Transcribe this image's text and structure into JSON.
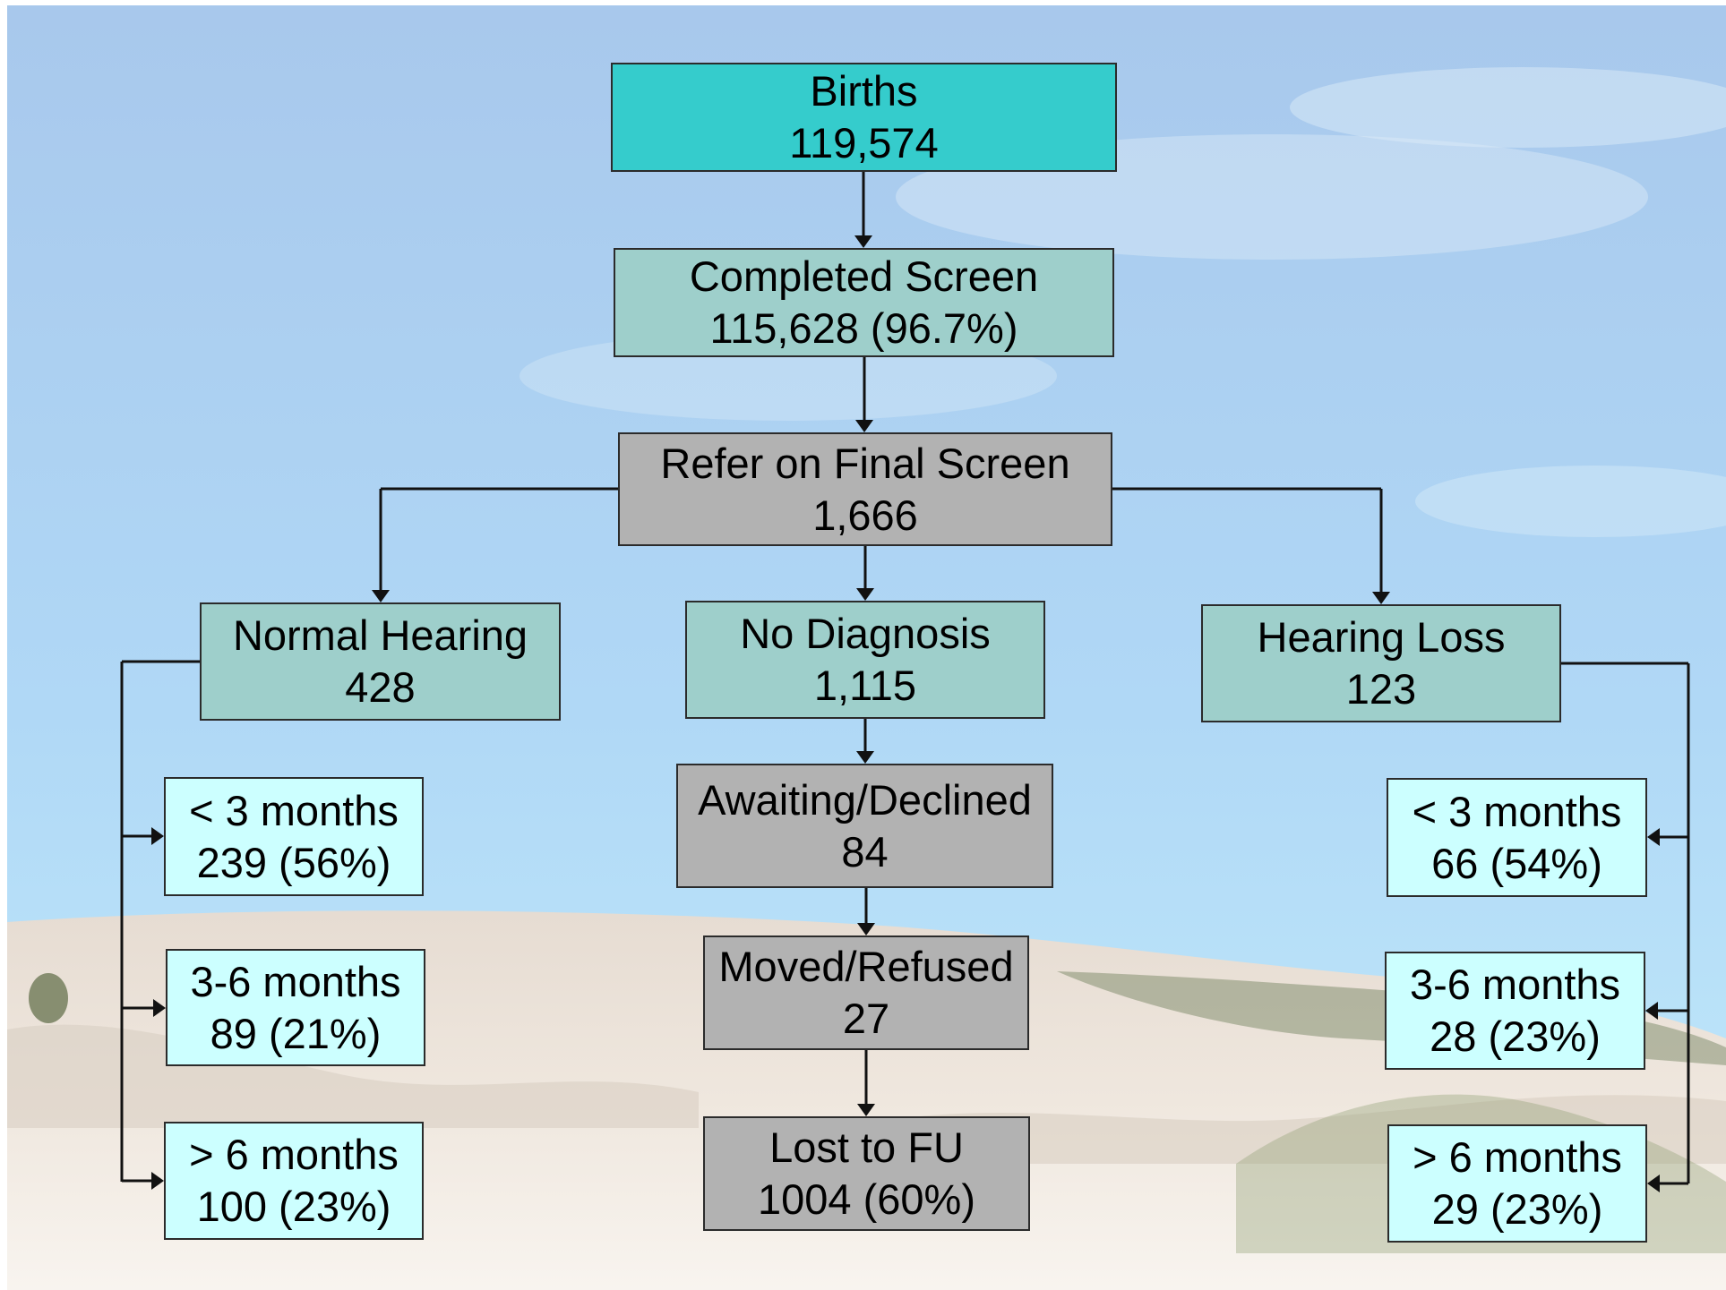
{
  "colors": {
    "births_fill": "#35cccc",
    "count_fill": "#9ecfcb",
    "refer_fill": "#b2b2b2",
    "age_fill": "#ccffff",
    "connector": "#111111",
    "sky_top": "#aac9ec",
    "sky_bottom": "#b8e6fb",
    "sand": "#eee6dd"
  },
  "nodes": {
    "births": {
      "label": "Births",
      "value": "119,574"
    },
    "completed_screen": {
      "label": "Completed Screen",
      "value": "115,628 (96.7%)"
    },
    "refer_final": {
      "label": "Refer on Final Screen",
      "value": "1,666"
    },
    "normal_hearing": {
      "label": "Normal Hearing",
      "value": "428"
    },
    "no_diagnosis": {
      "label": "No Diagnosis",
      "value": "1,115"
    },
    "hearing_loss": {
      "label": "Hearing Loss",
      "value": "123"
    },
    "nh_under3": {
      "label": "< 3 months",
      "value": "239 (56%)"
    },
    "nh_3to6": {
      "label": "3-6 months",
      "value": "89 (21%)"
    },
    "nh_over6": {
      "label": "> 6 months",
      "value": "100 (23%)"
    },
    "awaiting_declined": {
      "label": "Awaiting/Declined",
      "value": "84"
    },
    "moved_refused": {
      "label": "Moved/Refused",
      "value": "27"
    },
    "lost_fu": {
      "label": "Lost to FU",
      "value": "1004 (60%)"
    },
    "hl_under3": {
      "label": "< 3 months",
      "value": "66 (54%)"
    },
    "hl_3to6": {
      "label": "3-6 months",
      "value": "28 (23%)"
    },
    "hl_over6": {
      "label": "> 6 months",
      "value": "29 (23%)"
    }
  }
}
